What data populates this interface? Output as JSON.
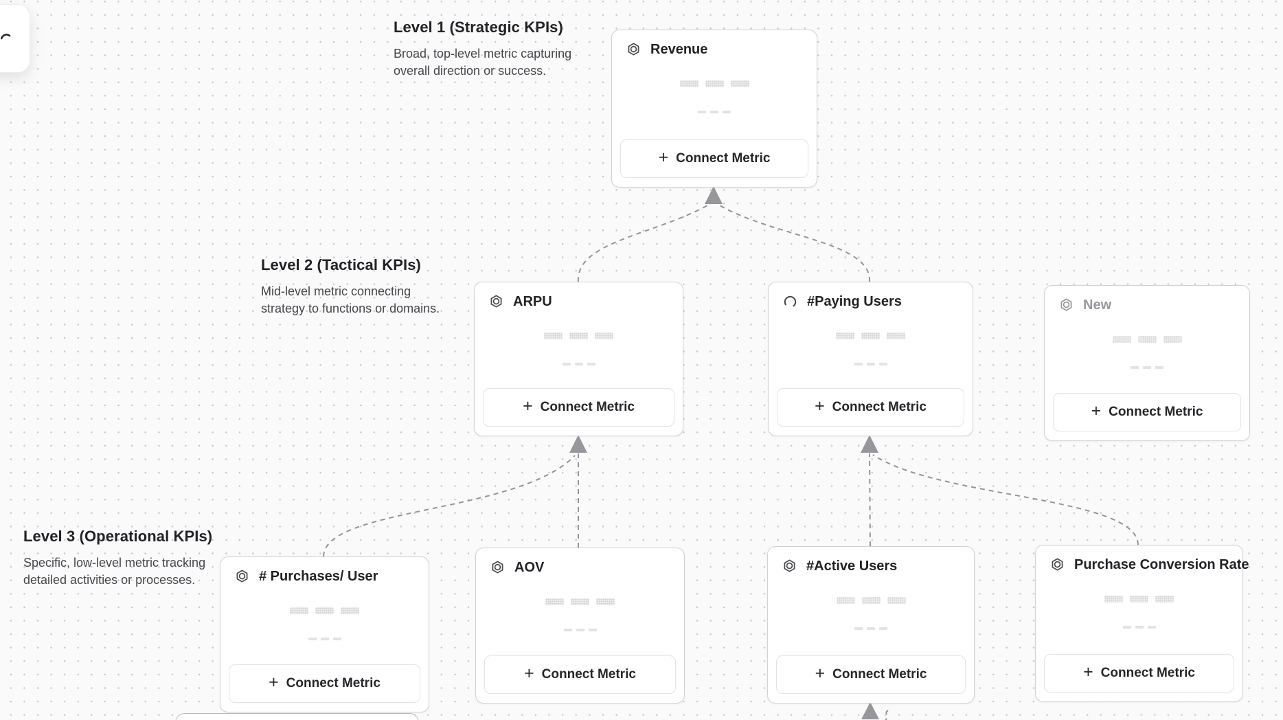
{
  "app": {
    "view": "metric-tree-canvas"
  },
  "levels": [
    {
      "title": "Level 1 (Strategic KPIs)",
      "desc_line1": "Broad, top-level metric capturing",
      "desc_line2": "overall direction or success."
    },
    {
      "title": "Level 2 (Tactical KPIs)",
      "desc_line1": "Mid-level metric connecting",
      "desc_line2": "strategy to functions or domains."
    },
    {
      "title": "Level 3 (Operational KPIs)",
      "desc_line1": "Specific, low-level metric tracking",
      "desc_line2": "detailed activities or processes."
    }
  ],
  "nodes": [
    {
      "title": "Revenue",
      "icon": "hexagon-badge-icon",
      "level": 1,
      "connect_label": "Connect Metric"
    },
    {
      "title": "ARPU",
      "icon": "hexagon-badge-icon",
      "level": 2,
      "connect_label": "Connect Metric"
    },
    {
      "title": "#Paying Users",
      "icon": "loading-spinner-icon",
      "level": 2,
      "connect_label": "Connect Metric"
    },
    {
      "title": "New",
      "icon": "hexagon-badge-icon",
      "level": 2,
      "state": "draft",
      "connect_label": "Connect Metric"
    },
    {
      "title": "# Purchases/ User",
      "icon": "hexagon-badge-icon",
      "level": 3,
      "connect_label": "Connect Metric"
    },
    {
      "title": "AOV",
      "icon": "hexagon-badge-icon",
      "level": 3,
      "connect_label": "Connect Metric"
    },
    {
      "title": "#Active Users",
      "icon": "hexagon-badge-icon",
      "level": 3,
      "connect_label": "Connect Metric"
    },
    {
      "title": "Purchase Conversion Rate",
      "icon": "hexagon-badge-icon",
      "level": 3,
      "connect_label": "Connect Metric"
    }
  ],
  "labels": {
    "plus": "+"
  },
  "edges": [
    {
      "from": "ARPU",
      "to": "Revenue"
    },
    {
      "from": "#Paying Users",
      "to": "Revenue"
    },
    {
      "from": "# Purchases/ User",
      "to": "ARPU"
    },
    {
      "from": "AOV",
      "to": "ARPU"
    },
    {
      "from": "#Active Users",
      "to": "#Paying Users"
    },
    {
      "from": "Purchase Conversion Rate",
      "to": "#Paying Users"
    }
  ],
  "colors": {
    "canvas_bg": "#fafafa",
    "dot_grid": "#c5c5c9",
    "card_border": "#d2d2d6",
    "edge": "#94949a",
    "title_text": "#222226",
    "muted_text": "#97979d"
  }
}
